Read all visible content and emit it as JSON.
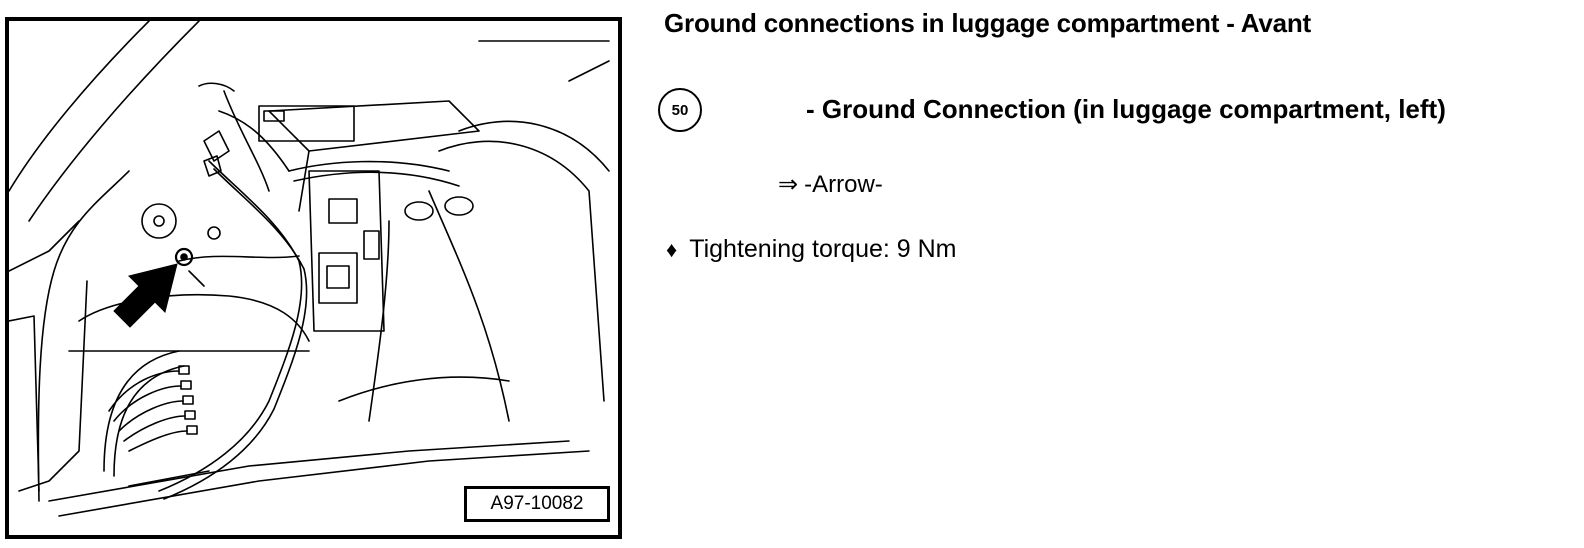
{
  "figure": {
    "id_label": "A97-10082"
  },
  "heading": {
    "title": "Ground connections in luggage compartment - Avant"
  },
  "item": {
    "number": "50",
    "description": "- Ground Connection (in luggage compartment, left)",
    "reference_symbol": "⇒",
    "reference_text": "-Arrow-"
  },
  "note": {
    "bullet": "♦",
    "text": "Tightening torque: 9 Nm"
  }
}
